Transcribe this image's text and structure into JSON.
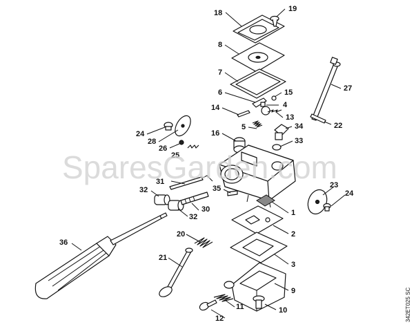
{
  "watermark": "SparesGarden.com",
  "drawing_code": "342ET025 SC",
  "callouts": [
    {
      "id": "p18",
      "text": "18"
    },
    {
      "id": "p19",
      "text": "19"
    },
    {
      "id": "p8",
      "text": "8"
    },
    {
      "id": "p7",
      "text": "7"
    },
    {
      "id": "p6",
      "text": "6"
    },
    {
      "id": "p15",
      "text": "15"
    },
    {
      "id": "p4",
      "text": "4"
    },
    {
      "id": "p14",
      "text": "14"
    },
    {
      "id": "p13",
      "text": "13"
    },
    {
      "id": "p5",
      "text": "5"
    },
    {
      "id": "p34",
      "text": "34"
    },
    {
      "id": "p16",
      "text": "16"
    },
    {
      "id": "p33",
      "text": "33"
    },
    {
      "id": "p27",
      "text": "27"
    },
    {
      "id": "p22",
      "text": "22"
    },
    {
      "id": "p24a",
      "text": "24"
    },
    {
      "id": "p28",
      "text": "28"
    },
    {
      "id": "p26",
      "text": "26"
    },
    {
      "id": "p25",
      "text": "25"
    },
    {
      "id": "p31",
      "text": "31"
    },
    {
      "id": "p32a",
      "text": "32"
    },
    {
      "id": "p32b",
      "text": "32"
    },
    {
      "id": "p30",
      "text": "30"
    },
    {
      "id": "p35",
      "text": "35"
    },
    {
      "id": "p23",
      "text": "23"
    },
    {
      "id": "p24b",
      "text": "24"
    },
    {
      "id": "p1",
      "text": "1"
    },
    {
      "id": "p2",
      "text": "2"
    },
    {
      "id": "p3",
      "text": "3"
    },
    {
      "id": "p36",
      "text": "36"
    },
    {
      "id": "p20",
      "text": "20"
    },
    {
      "id": "p21",
      "text": "21"
    },
    {
      "id": "p9",
      "text": "9"
    },
    {
      "id": "p10",
      "text": "10"
    },
    {
      "id": "p11",
      "text": "11"
    },
    {
      "id": "p12",
      "text": "12"
    }
  ]
}
